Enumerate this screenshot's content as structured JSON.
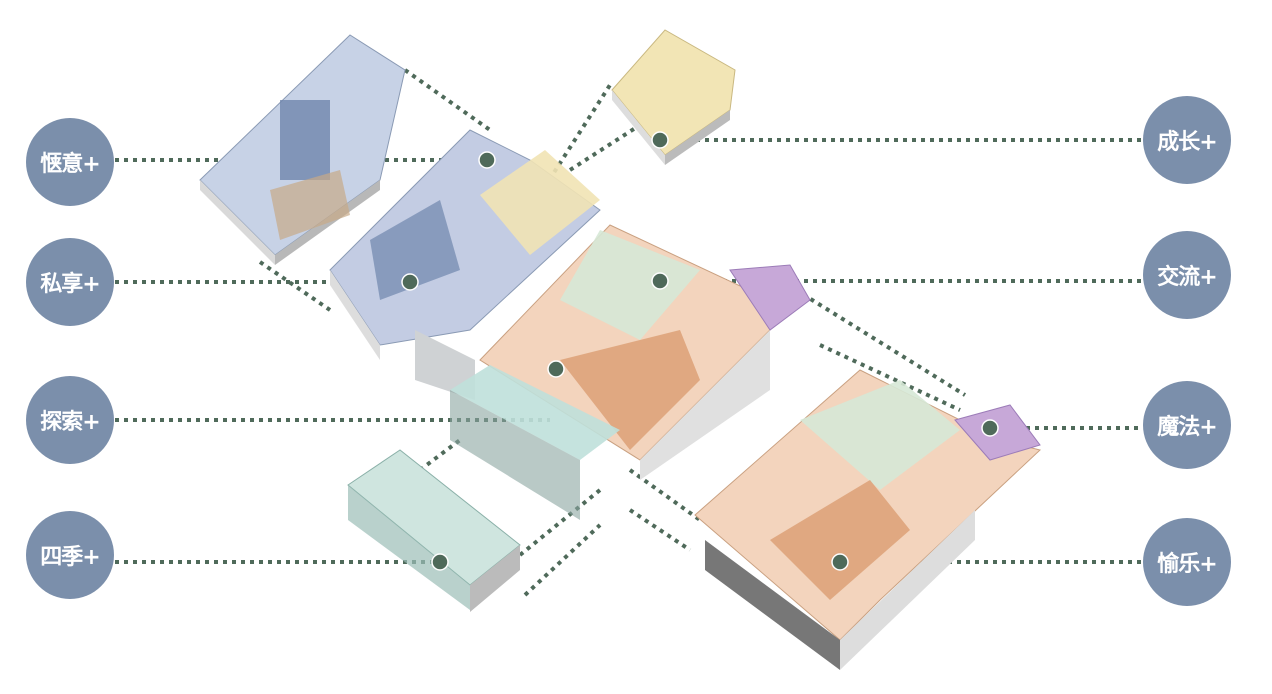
{
  "colors": {
    "badge": "#7b8fab",
    "connector": "#4f6a5a"
  },
  "left_labels": [
    {
      "label": "惬意+"
    },
    {
      "label": "私享+"
    },
    {
      "label": "探索+"
    },
    {
      "label": "四季+"
    }
  ],
  "right_labels": [
    {
      "label": "成长+"
    },
    {
      "label": "交流+"
    },
    {
      "label": "魔法+"
    },
    {
      "label": "愉乐+"
    }
  ]
}
